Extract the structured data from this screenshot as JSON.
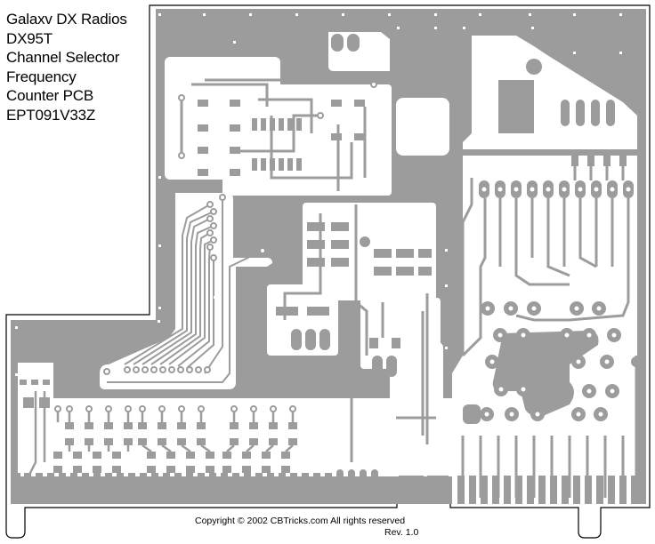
{
  "title_block": {
    "lines": [
      "Galaxv DX Radios",
      "DX95T",
      "Channel Selector",
      "Frequency",
      "Counter PCB",
      "EPT091V33Z"
    ]
  },
  "footer": {
    "copyright": "Copyright © 2002 CBTricks.com   All rights reserved",
    "revision": "Rev. 1.0"
  },
  "colors": {
    "copper": "#9c9c9c",
    "board_background": "#ffffff",
    "outline": "#000000"
  },
  "board": {
    "description": "Single-sided PCB copper artwork",
    "edge_connector_groups": 3,
    "mounting_tabs": 2
  }
}
